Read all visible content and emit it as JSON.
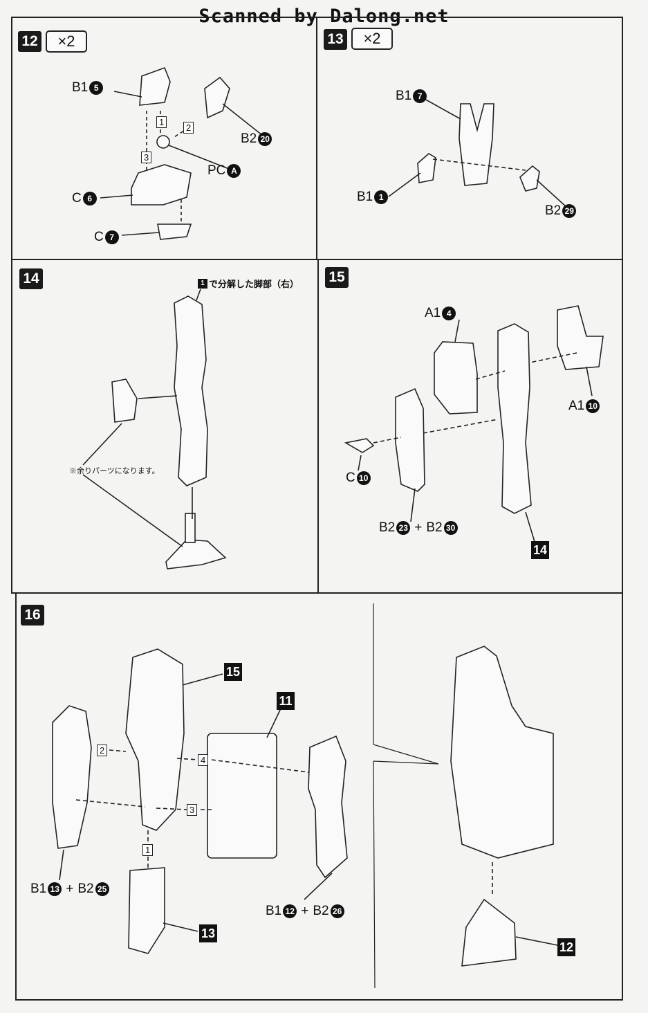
{
  "banner": "Scanned by Dalong.net",
  "steps": {
    "s12": {
      "num": "12",
      "mult": "×2"
    },
    "s13": {
      "num": "13",
      "mult": "×2"
    },
    "s14": {
      "num": "14"
    },
    "s15": {
      "num": "15"
    },
    "s16": {
      "num": "16"
    }
  },
  "step12": {
    "parts": [
      {
        "runner": "B1",
        "num": "5"
      },
      {
        "runner": "B2",
        "num": "20"
      },
      {
        "runner": "PC",
        "num": "A"
      },
      {
        "runner": "C",
        "num": "6"
      },
      {
        "runner": "C",
        "num": "7"
      }
    ],
    "order": [
      "1",
      "2",
      "3"
    ]
  },
  "step13": {
    "parts": [
      {
        "runner": "B1",
        "num": "7"
      },
      {
        "runner": "B1",
        "num": "1"
      },
      {
        "runner": "B2",
        "num": "29"
      }
    ]
  },
  "step14": {
    "note_ref": "1",
    "note": "で分解した脚部（右）",
    "spare": "※余りパーツになります。"
  },
  "step15": {
    "parts": [
      {
        "runner": "A1",
        "num": "4"
      },
      {
        "runner": "A1",
        "num": "10"
      },
      {
        "runner": "C",
        "num": "10"
      }
    ],
    "combo": {
      "a_runner": "B2",
      "a_num": "23",
      "plus": "+",
      "b_runner": "B2",
      "b_num": "30"
    },
    "ref": "14"
  },
  "step16": {
    "refs": [
      "15",
      "11",
      "13",
      "12"
    ],
    "order": [
      "1",
      "2",
      "3",
      "4"
    ],
    "combo_left": {
      "a_runner": "B1",
      "a_num": "13",
      "plus": "+",
      "b_runner": "B2",
      "b_num": "25"
    },
    "combo_right": {
      "a_runner": "B1",
      "a_num": "12",
      "plus": "+",
      "b_runner": "B2",
      "b_num": "26"
    }
  }
}
